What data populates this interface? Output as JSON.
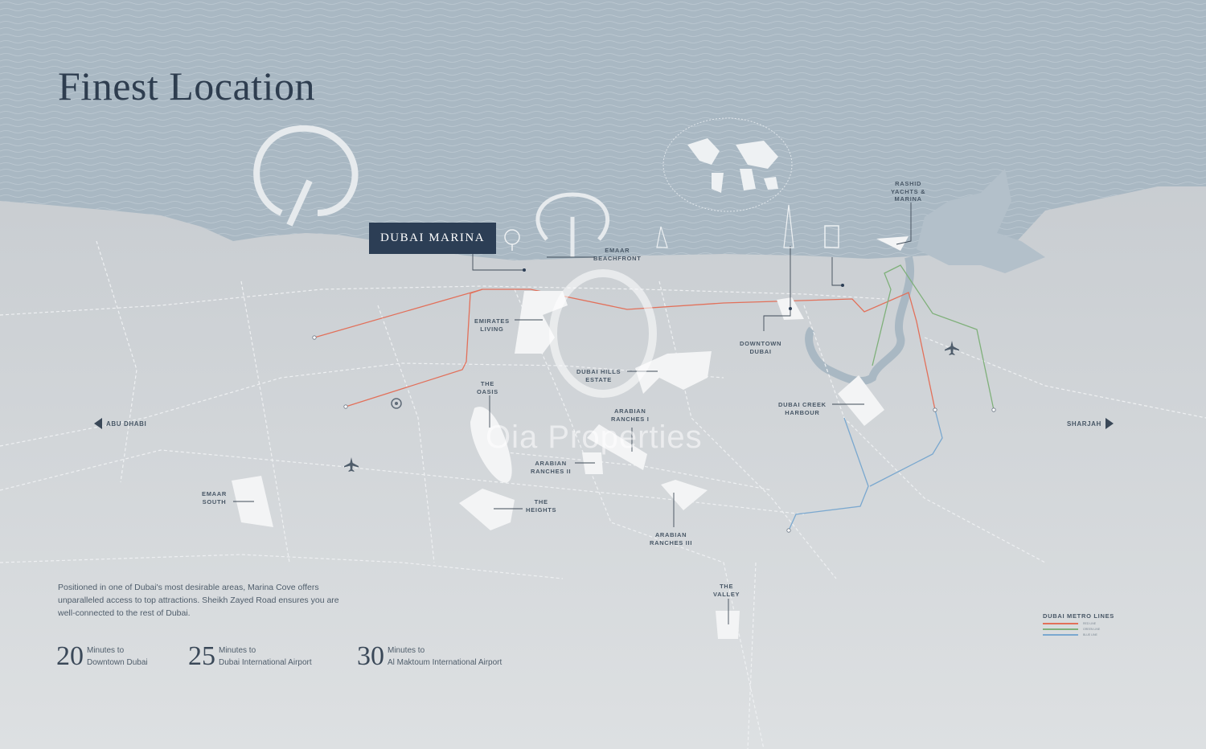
{
  "title": "Finest Location",
  "marina_badge": "DUBAI MARINA",
  "watermark": "Oia Properties",
  "labels": {
    "emaar_beachfront": [
      "EMAAR",
      "BEACHFRONT"
    ],
    "rashid_yachts": [
      "RASHID",
      "YACHTS &",
      "MARINA"
    ],
    "emirates_living": [
      "EMIRATES",
      "LIVING"
    ],
    "downtown_dubai": [
      "DOWNTOWN",
      "DUBAI"
    ],
    "dubai_hills": [
      "DUBAI HILLS",
      "ESTATE"
    ],
    "the_oasis": [
      "THE",
      "OASIS"
    ],
    "dubai_creek": [
      "DUBAI CREEK",
      "HARBOUR"
    ],
    "arabian_ranches_1": [
      "ARABIAN",
      "RANCHES I"
    ],
    "arabian_ranches_2": [
      "ARABIAN",
      "RANCHES II"
    ],
    "the_heights": [
      "THE",
      "HEIGHTS"
    ],
    "emaar_south": [
      "EMAAR",
      "SOUTH"
    ],
    "arabian_ranches_3": [
      "ARABIAN",
      "RANCHES III"
    ],
    "the_valley": [
      "THE",
      "VALLEY"
    ]
  },
  "directions": {
    "left": "ABU DHABI",
    "right": "SHARJAH"
  },
  "intro": "Positioned in one of Dubai's most desirable areas, Marina Cove offers unparalleled access to top attractions. Sheikh Zayed Road ensures you are well-connected to the rest of Dubai.",
  "stats": [
    {
      "number": "20",
      "line1": "Minutes to",
      "line2": "Downtown Dubai"
    },
    {
      "number": "25",
      "line1": "Minutes to",
      "line2": "Dubai International Airport"
    },
    {
      "number": "30",
      "line1": "Minutes to",
      "line2": "Al Maktoum International Airport"
    }
  ],
  "legend": {
    "title": "DUBAI METRO LINES",
    "lines": [
      {
        "name": "RED LINE",
        "color": "#e2705a"
      },
      {
        "name": "GREEN LINE",
        "color": "#7fb07a"
      },
      {
        "name": "BLUE LINE",
        "color": "#7aa8cf"
      }
    ]
  },
  "colors": {
    "sea": "#a9b8c3",
    "land_top": "#c4c9ce",
    "land_bottom": "#dcdfe1",
    "development": "#f3f4f5",
    "road": "#eef0f2",
    "navy": "#2c3e55",
    "metro_red": "#e2705a",
    "metro_green": "#7fb07a",
    "metro_blue": "#7aa8cf"
  }
}
